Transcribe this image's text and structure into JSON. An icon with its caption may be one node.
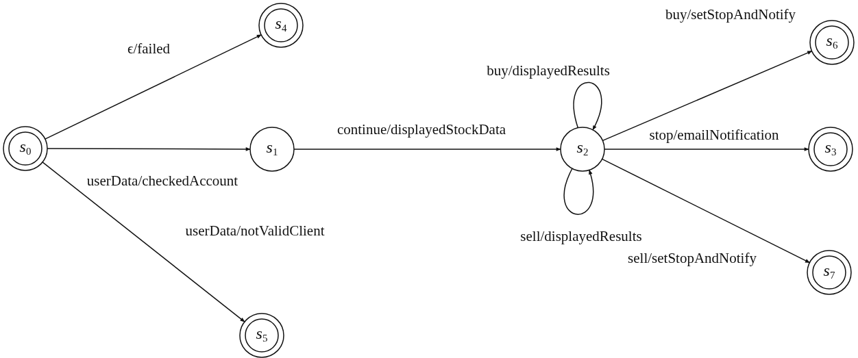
{
  "diagram": {
    "nodes": [
      {
        "text": [
          "*s*$_{0}$"
        ]
      },
      {
        "text": [
          "*s*$_{4}$"
        ]
      },
      {
        "text": [
          "*s*$_{1}$"
        ]
      },
      {
        "text": [
          "*s*$_{2}$"
        ]
      },
      {
        "text": [
          "*s*$_{6}$"
        ]
      },
      {
        "text": [
          "*s*$_{3}$"
        ]
      },
      {
        "text": [
          "*s*$_{7}$"
        ]
      },
      {
        "text": [
          "*s*$_{5}$"
        ]
      }
    ],
    "edges": [
      {
        "from": 0,
        "to": 1,
        "arrow": "to",
        "label": "ϵ/failed"
      },
      {
        "from": 0,
        "to": 2,
        "arrow": "to",
        "label": "userData/checkedAccount"
      },
      {
        "from": 0,
        "to": 7,
        "arrow": "to",
        "label": "userData/notValidClient"
      },
      {
        "from": 2,
        "to": 3,
        "arrow": "to",
        "label": "continue/displayedStockData"
      },
      {
        "from": 3,
        "to": 3,
        "arrow": "to",
        "label": "buy/displayedResults"
      },
      {
        "from": 3,
        "to": 3,
        "arrow": "to",
        "label": "sell/displayedResults"
      },
      {
        "from": 3,
        "to": 4,
        "arrow": "to",
        "label": "buy/setStopAndNotify"
      },
      {
        "from": 3,
        "to": 5,
        "arrow": "to",
        "label": "stop/emailNotification"
      },
      {
        "from": 3,
        "to": 6,
        "arrow": "to",
        "label": "sell/setStopAndNotify"
      }
    ]
  }
}
